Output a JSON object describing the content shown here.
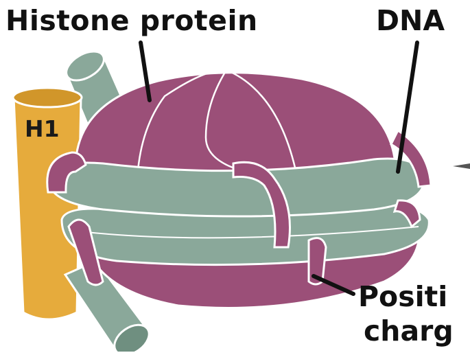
{
  "labels": {
    "histone": "Histone protein",
    "dna": "DNA",
    "positive_line1": "Positi",
    "positive_line2": "charg",
    "h1": "H1"
  },
  "colors": {
    "histone": "#9b4f78",
    "histone_dark": "#8a4269",
    "dna": "#8aa89a",
    "dna_dark": "#7a9a8b",
    "h1": "#e6ab3c",
    "h1_dark": "#d1962a",
    "outline": "#ffffff",
    "pointer": "#111111"
  }
}
